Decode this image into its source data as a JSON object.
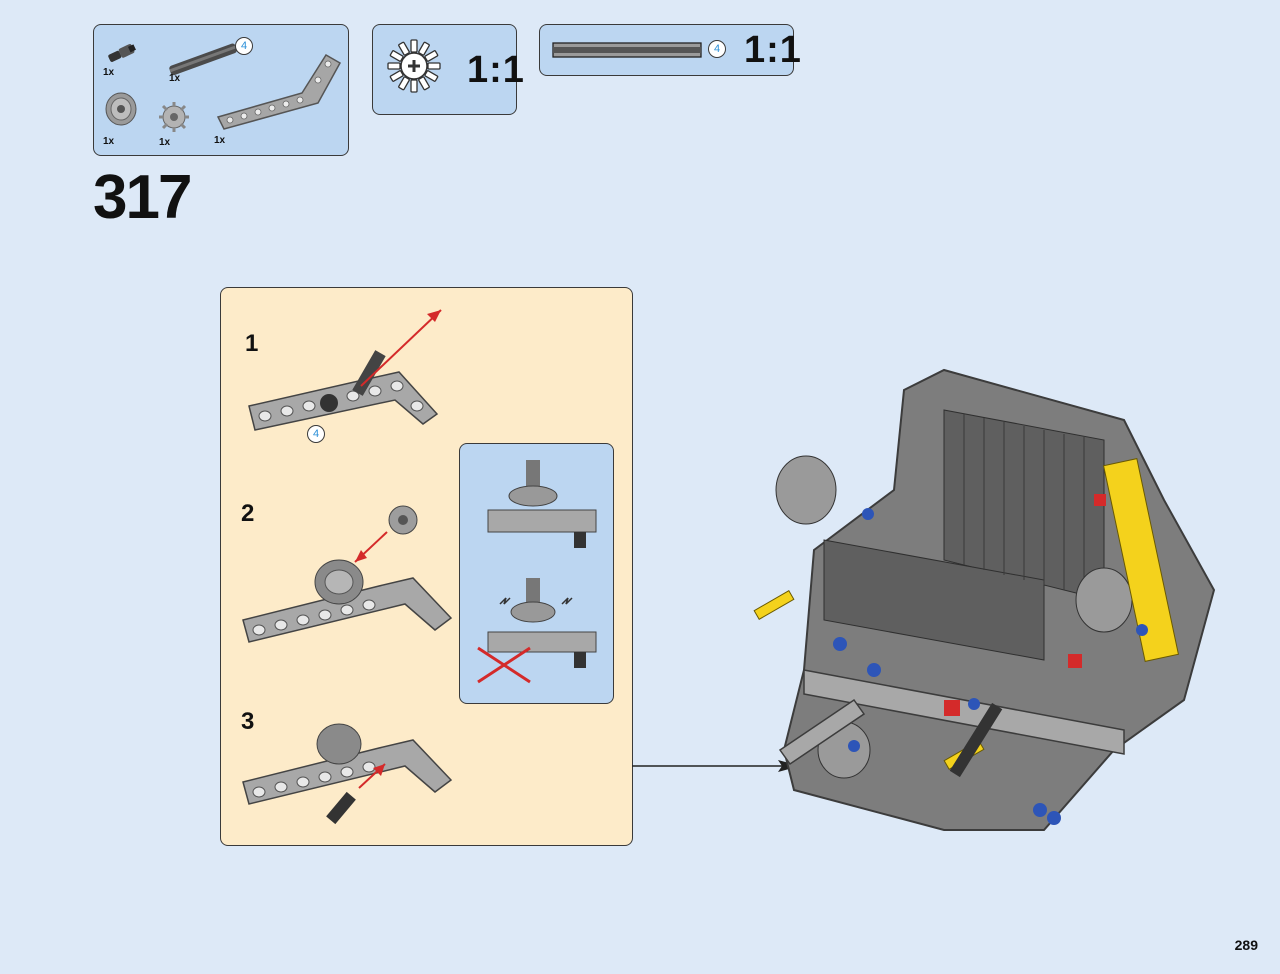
{
  "parts_list": {
    "items": [
      {
        "name": "pin-icon",
        "qty": "1x"
      },
      {
        "name": "axle-icon",
        "qty": "1x",
        "length": "4"
      },
      {
        "name": "pulley-icon",
        "qty": "1x"
      },
      {
        "name": "gear-icon",
        "qty": "1x"
      },
      {
        "name": "bent-beam-icon",
        "qty": "1x"
      }
    ]
  },
  "scale_callouts": [
    {
      "name": "gear-icon",
      "scale": "1:1"
    },
    {
      "name": "axle-icon",
      "length": "4",
      "scale": "1:1"
    }
  ],
  "step_number": "317",
  "sub_steps": [
    {
      "num": "1",
      "length_badge": "4"
    },
    {
      "num": "2"
    },
    {
      "num": "3"
    }
  ],
  "page_number": "289",
  "colors": {
    "page_bg": "#dde9f7",
    "callout_bg": "#bcd6f1",
    "substep_bg": "#fdebc9",
    "arrow_red": "#d42a2a",
    "badge_blue": "#2a8fd8"
  }
}
